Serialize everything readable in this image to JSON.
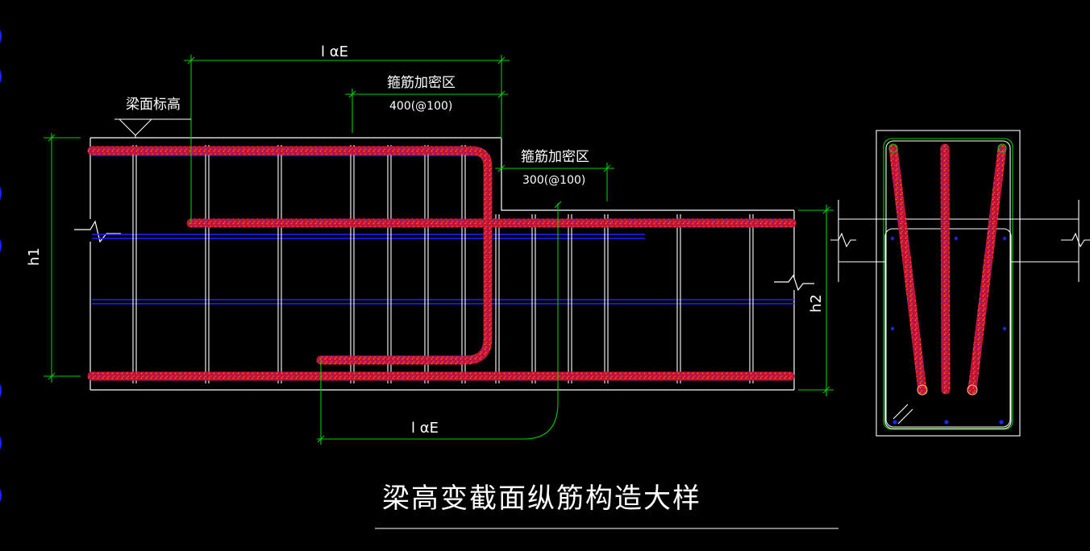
{
  "labels": {
    "beam_top_elevation": "梁面标高",
    "lae_top": "l αE",
    "lae_bottom": "l αE",
    "stirrup_dense_zone_1": "箍筋加密区",
    "stirrup_dense_value_1": "400(@100)",
    "stirrup_dense_zone_2": "箍筋加密区",
    "stirrup_dense_value_2": "300(@100)",
    "h1": "h1",
    "h2": "h2"
  },
  "title": "梁高变截面纵筋构造大样",
  "colors": {
    "background": "#000000",
    "outline": "#ffffff",
    "dimension": "#00cc00",
    "rebar_fill": "#c8102e",
    "rebar_dot": "#ff6a3d",
    "distribution_bar": "#1e22ff",
    "section_ring": "#00cc00"
  },
  "icons": {
    "elevation_marker": "triangle-elevation-icon",
    "break_line": "zigzag-break-icon"
  }
}
